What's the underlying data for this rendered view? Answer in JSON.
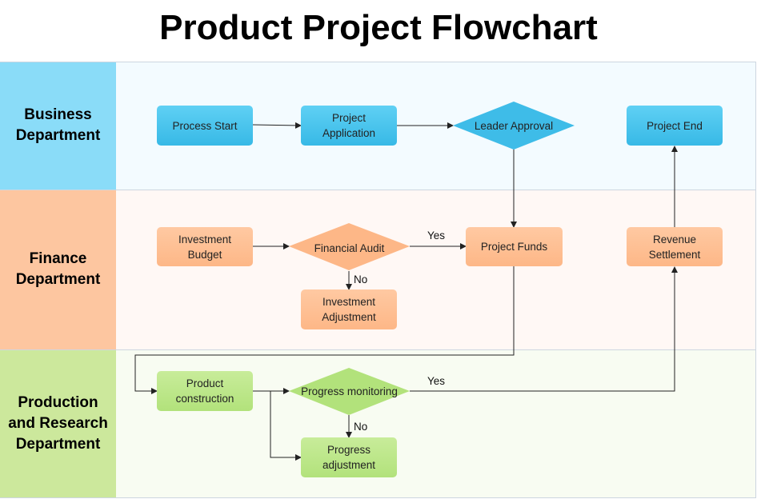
{
  "title": "Product Project Flowchart",
  "lanes": [
    {
      "label": "Business\nDepartment",
      "color": "#8adcf8",
      "bg": "#f3fbff"
    },
    {
      "label": "Finance\nDepartment",
      "color": "#fdc6a0",
      "bg": "#fff8f5"
    },
    {
      "label": "Production\nand Research\nDepartment",
      "color": "#cce89c",
      "bg": "#f8fcf2"
    }
  ],
  "nodes": {
    "process_start": "Process Start",
    "project_application": "Project\nApplication",
    "leader_approval": "Leader Approval",
    "project_end": "Project End",
    "investment_budget": "Investment\nBudget",
    "financial_audit": "Financial Audit",
    "project_funds": "Project Funds",
    "revenue_settlement": "Revenue\nSettlement",
    "investment_adjustment": "Investment\nAdjustment",
    "product_construction": "Product\nconstruction",
    "progress_monitoring": "Progress monitoring",
    "progress_adjustment": "Progress\nadjustment"
  },
  "edge_labels": {
    "audit_yes": "Yes",
    "audit_no": "No",
    "monitor_yes": "Yes",
    "monitor_no": "No"
  },
  "colors": {
    "business": "#3ebce8",
    "finance": "#fdb787",
    "production": "#b2e27b",
    "arrow": "#222222"
  }
}
